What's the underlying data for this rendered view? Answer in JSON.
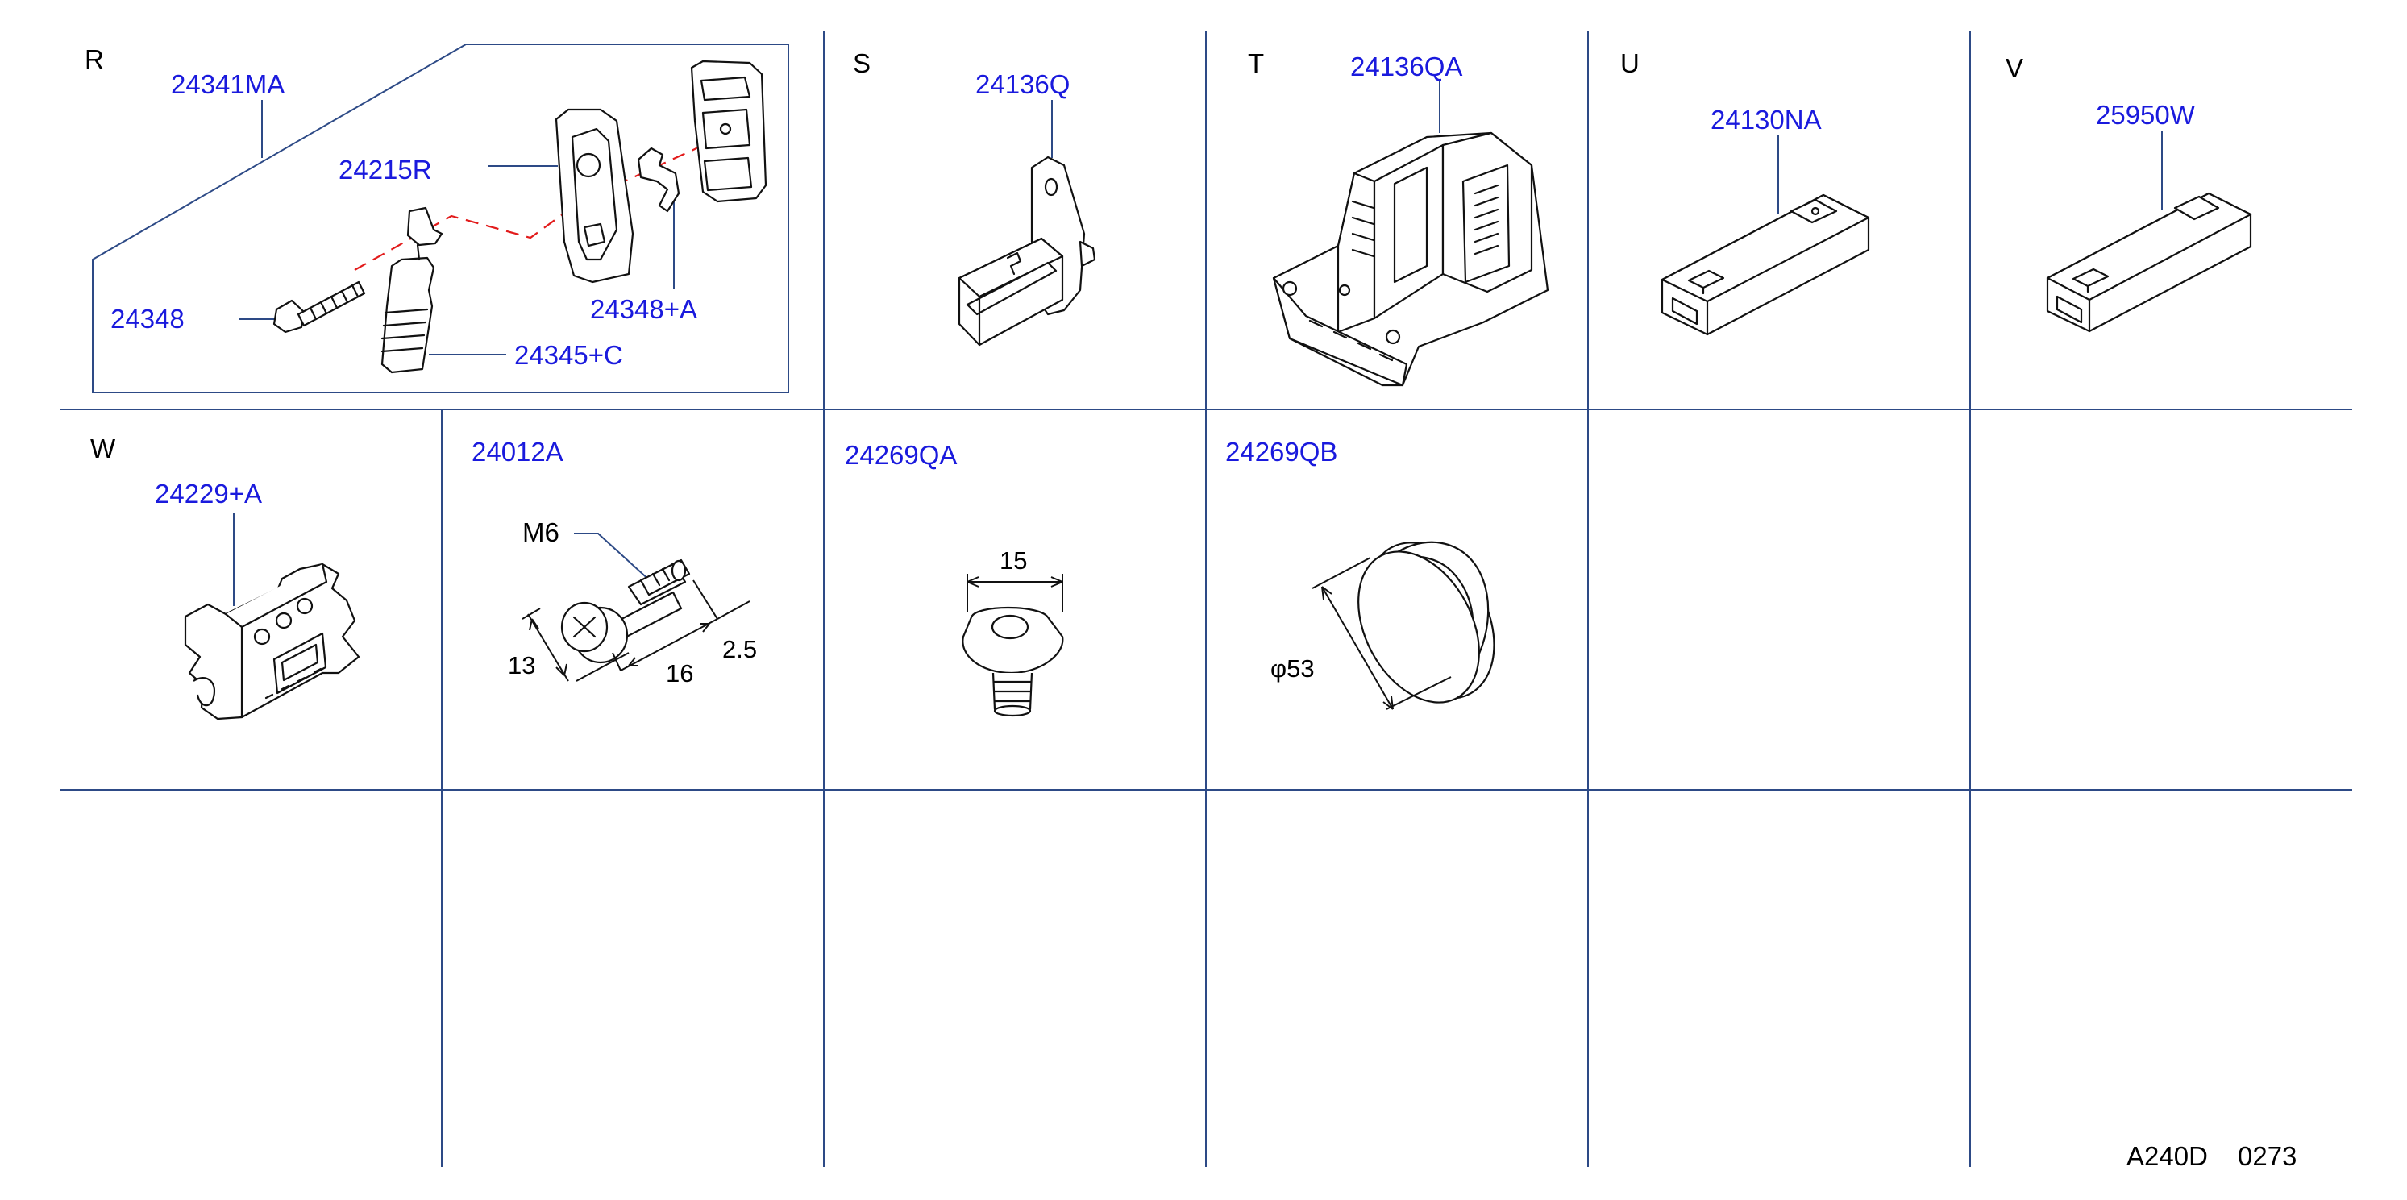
{
  "sections": {
    "R": {
      "letter": "R",
      "parts": [
        "24341MA",
        "24215R",
        "24348",
        "24348+A",
        "24345+C"
      ]
    },
    "S": {
      "letter": "S",
      "parts": [
        "24136Q"
      ]
    },
    "T": {
      "letter": "T",
      "parts": [
        "24136QA"
      ]
    },
    "U": {
      "letter": "U",
      "parts": [
        "24130NA"
      ]
    },
    "V": {
      "letter": "V",
      "parts": [
        "25950W"
      ]
    },
    "W": {
      "letter": "W",
      "parts": [
        "24229+A"
      ]
    },
    "bolt": {
      "part": "24012A",
      "thread": "M6",
      "dims": [
        "13",
        "16",
        "2.5"
      ]
    },
    "clip": {
      "part": "24269QA",
      "dims": [
        "15"
      ]
    },
    "grommet": {
      "part": "24269QB",
      "dims": [
        "φ53"
      ]
    }
  },
  "footer": {
    "code": "A240D",
    "number": "0273"
  },
  "colors": {
    "grid": "#2d4a86",
    "part_number": "#1a1add",
    "dash": "#e21b1b"
  }
}
